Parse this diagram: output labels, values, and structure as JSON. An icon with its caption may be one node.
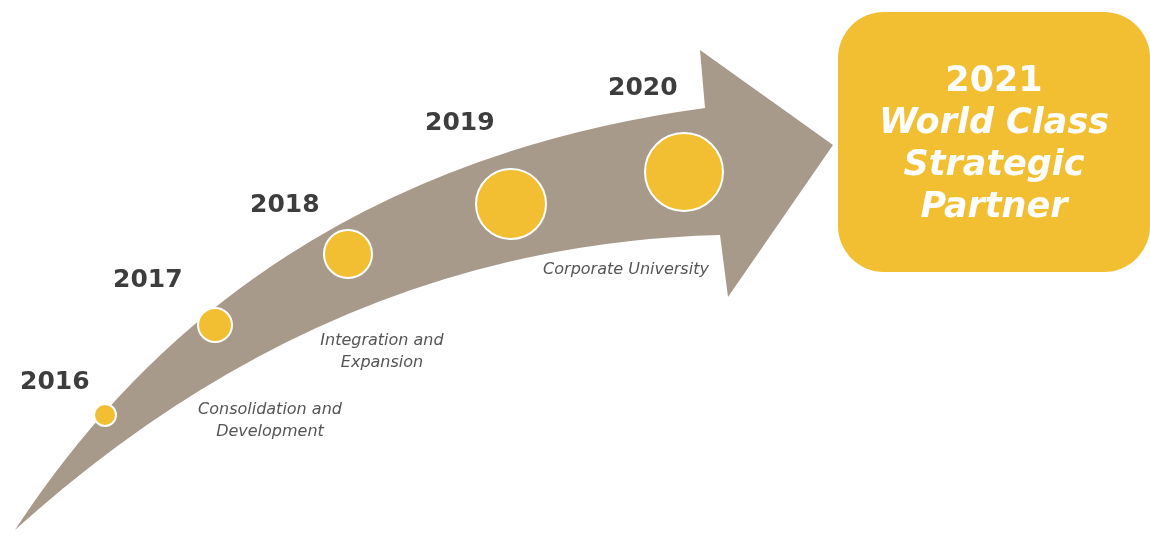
{
  "diagram": {
    "nodes": [
      {
        "text": [],
        "shape": "circle",
        "beside": [
          "2016"
        ]
      },
      {
        "text": [],
        "shape": "circle",
        "beside": [
          "2017"
        ]
      },
      {
        "text": [],
        "shape": "circle",
        "beside": [
          "2018"
        ]
      },
      {
        "text": [],
        "shape": "circle",
        "beside": [
          "2019"
        ]
      },
      {
        "text": [],
        "shape": "circle",
        "beside": [
          "2020"
        ]
      },
      {
        "text": [
          "2021",
          "World Class Strategic Partner"
        ]
      }
    ],
    "edges": [
      {
        "from": null,
        "to": 5,
        "arrow": "to"
      }
    ],
    "labels": [
      "Corporate University",
      "Integration and Expansion",
      "Consolidation and Development"
    ]
  }
}
